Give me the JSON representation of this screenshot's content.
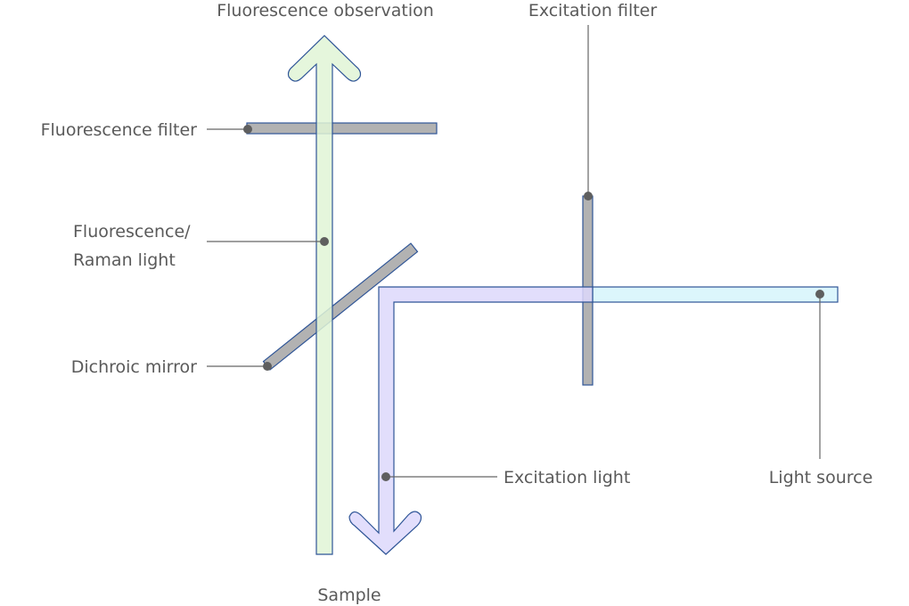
{
  "labels": {
    "fluorescence_observation": "Fluorescence observation",
    "excitation_filter": "Excitation filter",
    "fluorescence_filter": "Fluorescence filter",
    "fluorescence_raman_line1": "Fluorescence/",
    "fluorescence_raman_line2": "Raman light",
    "dichroic_mirror": "Dichroic mirror",
    "excitation_light": "Excitation light",
    "light_source": "Light source",
    "sample": "Sample"
  },
  "colors": {
    "fluorescence_beam": "#e1f5d6",
    "excitation_beam": "#ddd8fb",
    "source_beam": "#d6f4fc",
    "filter": "#b2b2b2",
    "outline": "#2f5597",
    "leader": "#666666",
    "text": "#5a5a5a"
  }
}
